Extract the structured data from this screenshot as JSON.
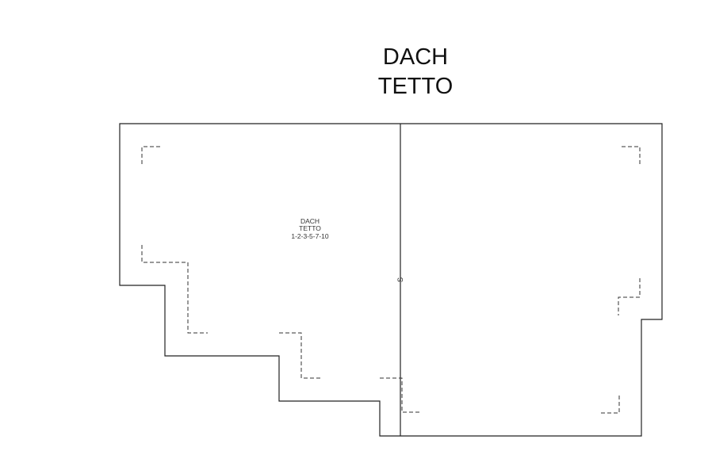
{
  "drawing": {
    "title_line1": "DACH",
    "title_line2": "TETTO",
    "room_label_line1": "DACH",
    "room_label_line2": "TETTO",
    "room_label_line3": "1-2-3-5-7-10",
    "ridge_marker": "S"
  }
}
